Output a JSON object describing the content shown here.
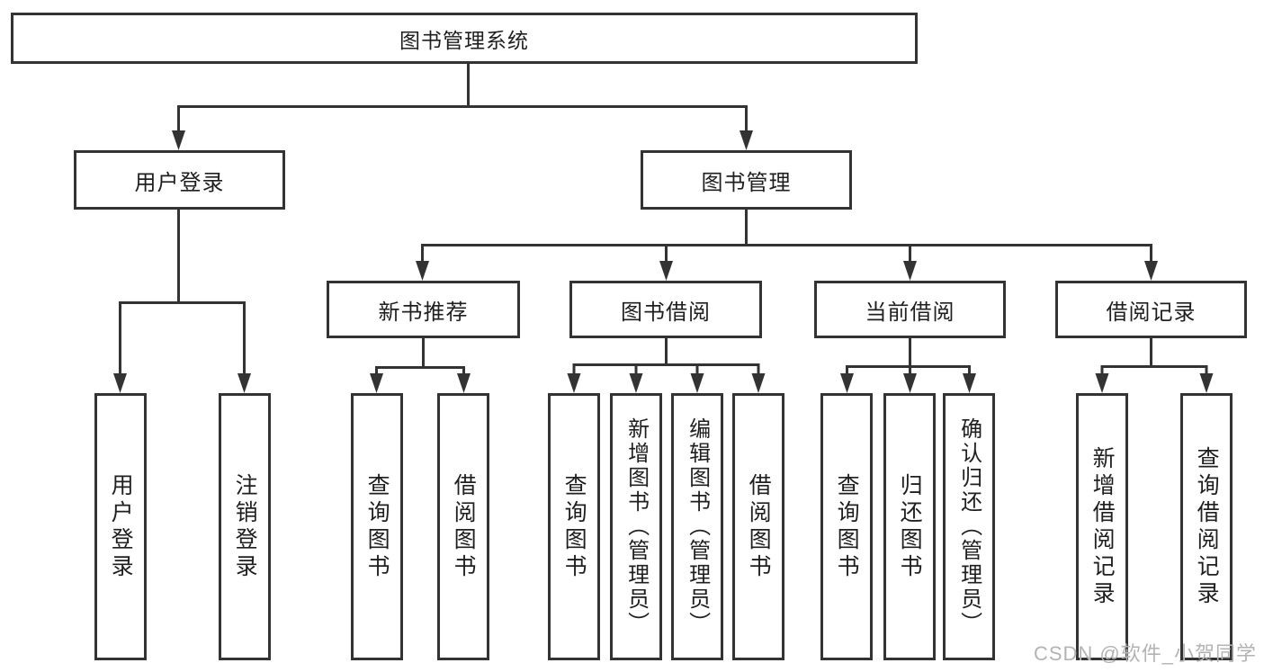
{
  "tree": {
    "label": "图书管理系统",
    "children": [
      {
        "label": "用户登录",
        "children": [
          {
            "label": "用户登录"
          },
          {
            "label": "注销登录"
          }
        ]
      },
      {
        "label": "图书管理",
        "children": [
          {
            "label": "新书推荐",
            "children": [
              {
                "label": "查询图书"
              },
              {
                "label": "借阅图书"
              }
            ]
          },
          {
            "label": "图书借阅",
            "children": [
              {
                "label": "查询图书"
              },
              {
                "label": "新增图书（管理员）"
              },
              {
                "label": "编辑图书（管理员）"
              },
              {
                "label": "借阅图书"
              }
            ]
          },
          {
            "label": "当前借阅",
            "children": [
              {
                "label": "查询图书"
              },
              {
                "label": "归还图书"
              },
              {
                "label": "确认归还（管理员）"
              }
            ]
          },
          {
            "label": "借阅记录",
            "children": [
              {
                "label": "新增借阅记录"
              },
              {
                "label": "查询借阅记录"
              }
            ]
          }
        ]
      }
    ]
  },
  "watermark": {
    "text": "CSDN @软件_小贺同学"
  },
  "colors": {
    "line": "#333333",
    "text": "#1f1f1f",
    "watermark": "#b3b3b3",
    "background": "#ffffff"
  }
}
